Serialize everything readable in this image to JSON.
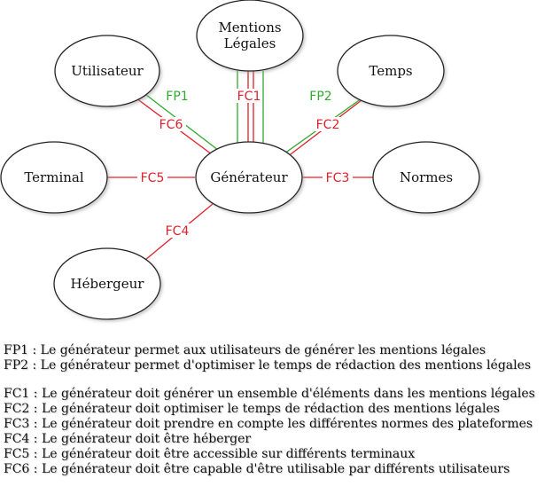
{
  "nodes": {
    "mentions": [
      "Mentions",
      "Légales"
    ],
    "utilisateur": "Utilisateur",
    "temps": "Temps",
    "terminal": "Terminal",
    "generateur": "Générateur",
    "normes": "Normes",
    "hebergeur": "Hébergeur"
  },
  "functions": {
    "fp1": "FP1",
    "fp2": "FP2",
    "fc1": "FC1",
    "fc2": "FC2",
    "fc3": "FC3",
    "fc4": "FC4",
    "fc5": "FC5",
    "fc6": "FC6"
  },
  "colors": {
    "fp": "#2eaa2e",
    "fc": "#e0202a",
    "node_stroke": "#222222"
  },
  "legend": {
    "primary": [
      "FP1 : Le générateur permet aux utilisateurs de générer les mentions légales",
      "FP2 : Le générateur permet d'optimiser le temps de rédaction des mentions légales"
    ],
    "constraints": [
      "FC1 : Le générateur doit générer un ensemble d'éléments dans les mentions légales",
      "FC2 : Le générateur doit optimiser le temps de rédaction des mentions légales",
      "FC3 : Le générateur doit prendre en compte les différentes normes des plateformes",
      "FC4 : Le générateur doit être héberger",
      "FC5 : Le générateur doit être accessible sur différents terminaux",
      "FC6 : Le générateur doit être capable d'être utilisable par différents utilisateurs"
    ]
  }
}
